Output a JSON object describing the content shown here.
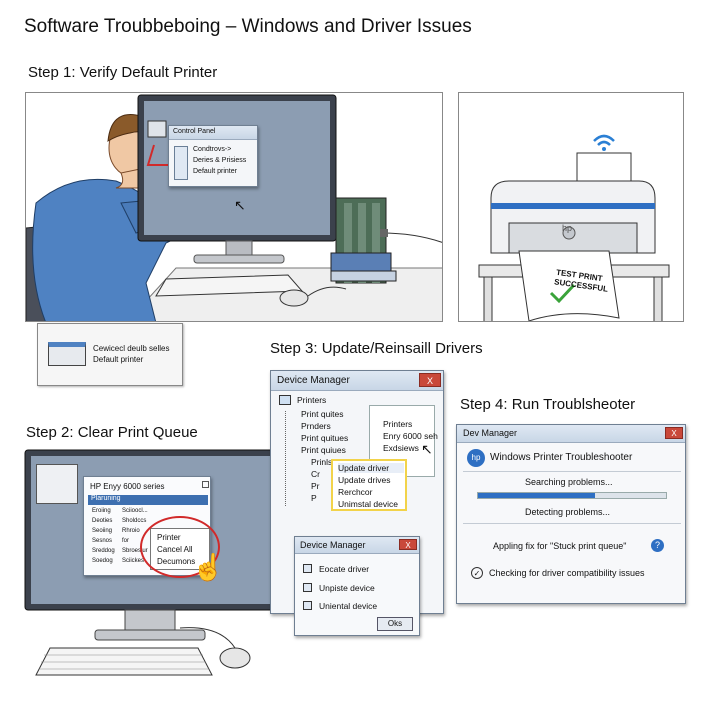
{
  "title": "Software Troubbeboing – Windows and Driver Issues",
  "step1": {
    "label": "Step 1: Verify Default Printer",
    "control_panel_title": "Control Panel",
    "control_panel_items": [
      "Condtrovs->",
      "Deries & Prisiess",
      "Default printer"
    ],
    "devices_card_line1": "Cewicecl deulb selles",
    "devices_card_line2": "Default printer",
    "test_print_line1": "TEST PRINT",
    "test_print_line2": "SUCCESSFUL",
    "printer_brand": "hp"
  },
  "step2": {
    "label": "Step 2: Clear Print Queue",
    "queue_title": "HP Enyy 6000 series",
    "queue_header": "Plaruning",
    "queue_rows": [
      [
        "Eroiing",
        "Sciioocl..."
      ],
      [
        "Deoties",
        "Sholdccs"
      ],
      [
        "Seoiing",
        "Rhroio"
      ],
      [
        "Sesnos",
        "for"
      ],
      [
        "Sreddog",
        "Sbroesiur"
      ],
      [
        "Soedog",
        "Sciickes"
      ]
    ],
    "context_menu": [
      "Printer",
      "Cancel All",
      "Decumons"
    ]
  },
  "step3": {
    "label": "Step 3: Update/Reinsaill Drivers",
    "device_manager_title": "Device Manager",
    "close_label": "X",
    "tree_root": "Printers",
    "tree_items": [
      "Print quites",
      "Prnders",
      "Print quitues",
      "Print quiues",
      "Prinls owe",
      "Cr",
      "Pr",
      "P"
    ],
    "right_pane": [
      "Printers",
      "Enry 6000 seh",
      "Exdsiews"
    ],
    "context_menu": [
      "Update driver",
      "Update drives",
      "Rerchcor",
      "Unimstal device"
    ],
    "dialog_title": "Device Manager",
    "dialog_items": [
      "Eocate driver",
      "Unpiste device",
      "Uniental device"
    ],
    "ok_label": "Oks"
  },
  "step4": {
    "label": "Step 4: Run Troublsheoter",
    "window_title": "Dev Manager",
    "close_label": "X",
    "heading": "Windows Printer Troubleshooter",
    "progress": 0.62,
    "searching": "Searching problems...",
    "detecting": "Detecting problems...",
    "applying": "Appling fix for \"Stuck print queue\"",
    "checking": "Checking for driver compatibility issues"
  },
  "colors": {
    "monitor_screen": "#8c9db2",
    "shirt": "#4f82c2",
    "accent_blue": "#2e6fc3",
    "check_green": "#3aa33a",
    "highlight_red": "#d12a2a",
    "highlight_yellow": "#f2d34a",
    "wifi_blue": "#2a7fd4"
  }
}
